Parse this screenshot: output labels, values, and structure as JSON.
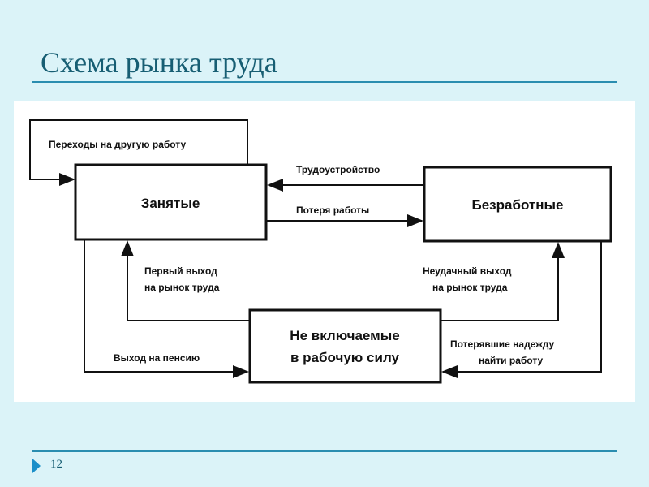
{
  "slide": {
    "title": "Схема рынка труда",
    "page_number": "12"
  },
  "diagram": {
    "nodes": {
      "employed": "Занятые",
      "unemployed": "Безработные",
      "not_in_labor_force_1": "Не включаемые",
      "not_in_labor_force_2": "в рабочую силу"
    },
    "edges": {
      "job_change": "Переходы на другую работу",
      "hiring": "Трудоустройство",
      "job_loss": "Потеря работы",
      "first_entry_1": "Первый выход",
      "first_entry_2": "на рынок труда",
      "failed_entry_1": "Неудачный выход",
      "failed_entry_2": "на рынок труда",
      "retirement": "Выход на пенсию",
      "discouraged_1": "Потерявшие надежду",
      "discouraged_2": "найти работу"
    }
  }
}
